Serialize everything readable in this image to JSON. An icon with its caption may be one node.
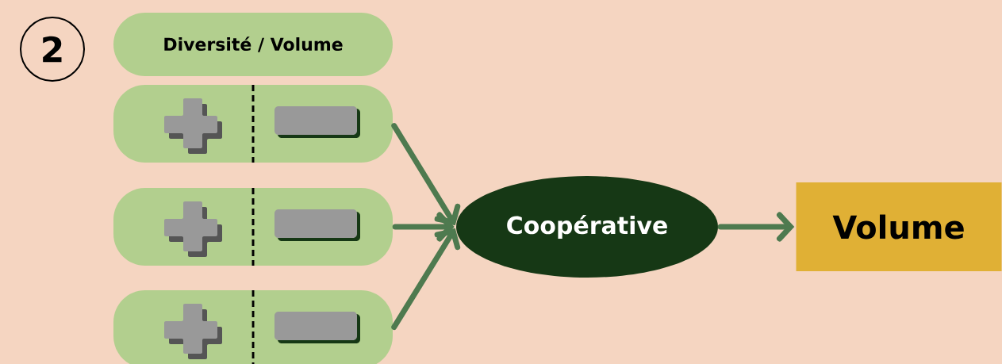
{
  "diagram": {
    "nodes": [
      {
        "text": [
          "Diversité / Volume"
        ]
      },
      {
        "text": [],
        "shape": "box"
      },
      {
        "text": [],
        "shape": "box"
      },
      {
        "text": [],
        "shape": "box"
      },
      {
        "text": [
          "Coopérative"
        ]
      },
      {
        "text": [
          "Volume"
        ]
      }
    ],
    "edges": [
      {
        "from": 1,
        "to": 4,
        "arrow": "to"
      },
      {
        "from": 2,
        "to": 4,
        "arrow": "to"
      },
      {
        "from": 3,
        "to": 4,
        "arrow": "to"
      },
      {
        "from": 4,
        "to": 5,
        "arrow": "to"
      }
    ],
    "labels": [
      "2"
    ]
  }
}
